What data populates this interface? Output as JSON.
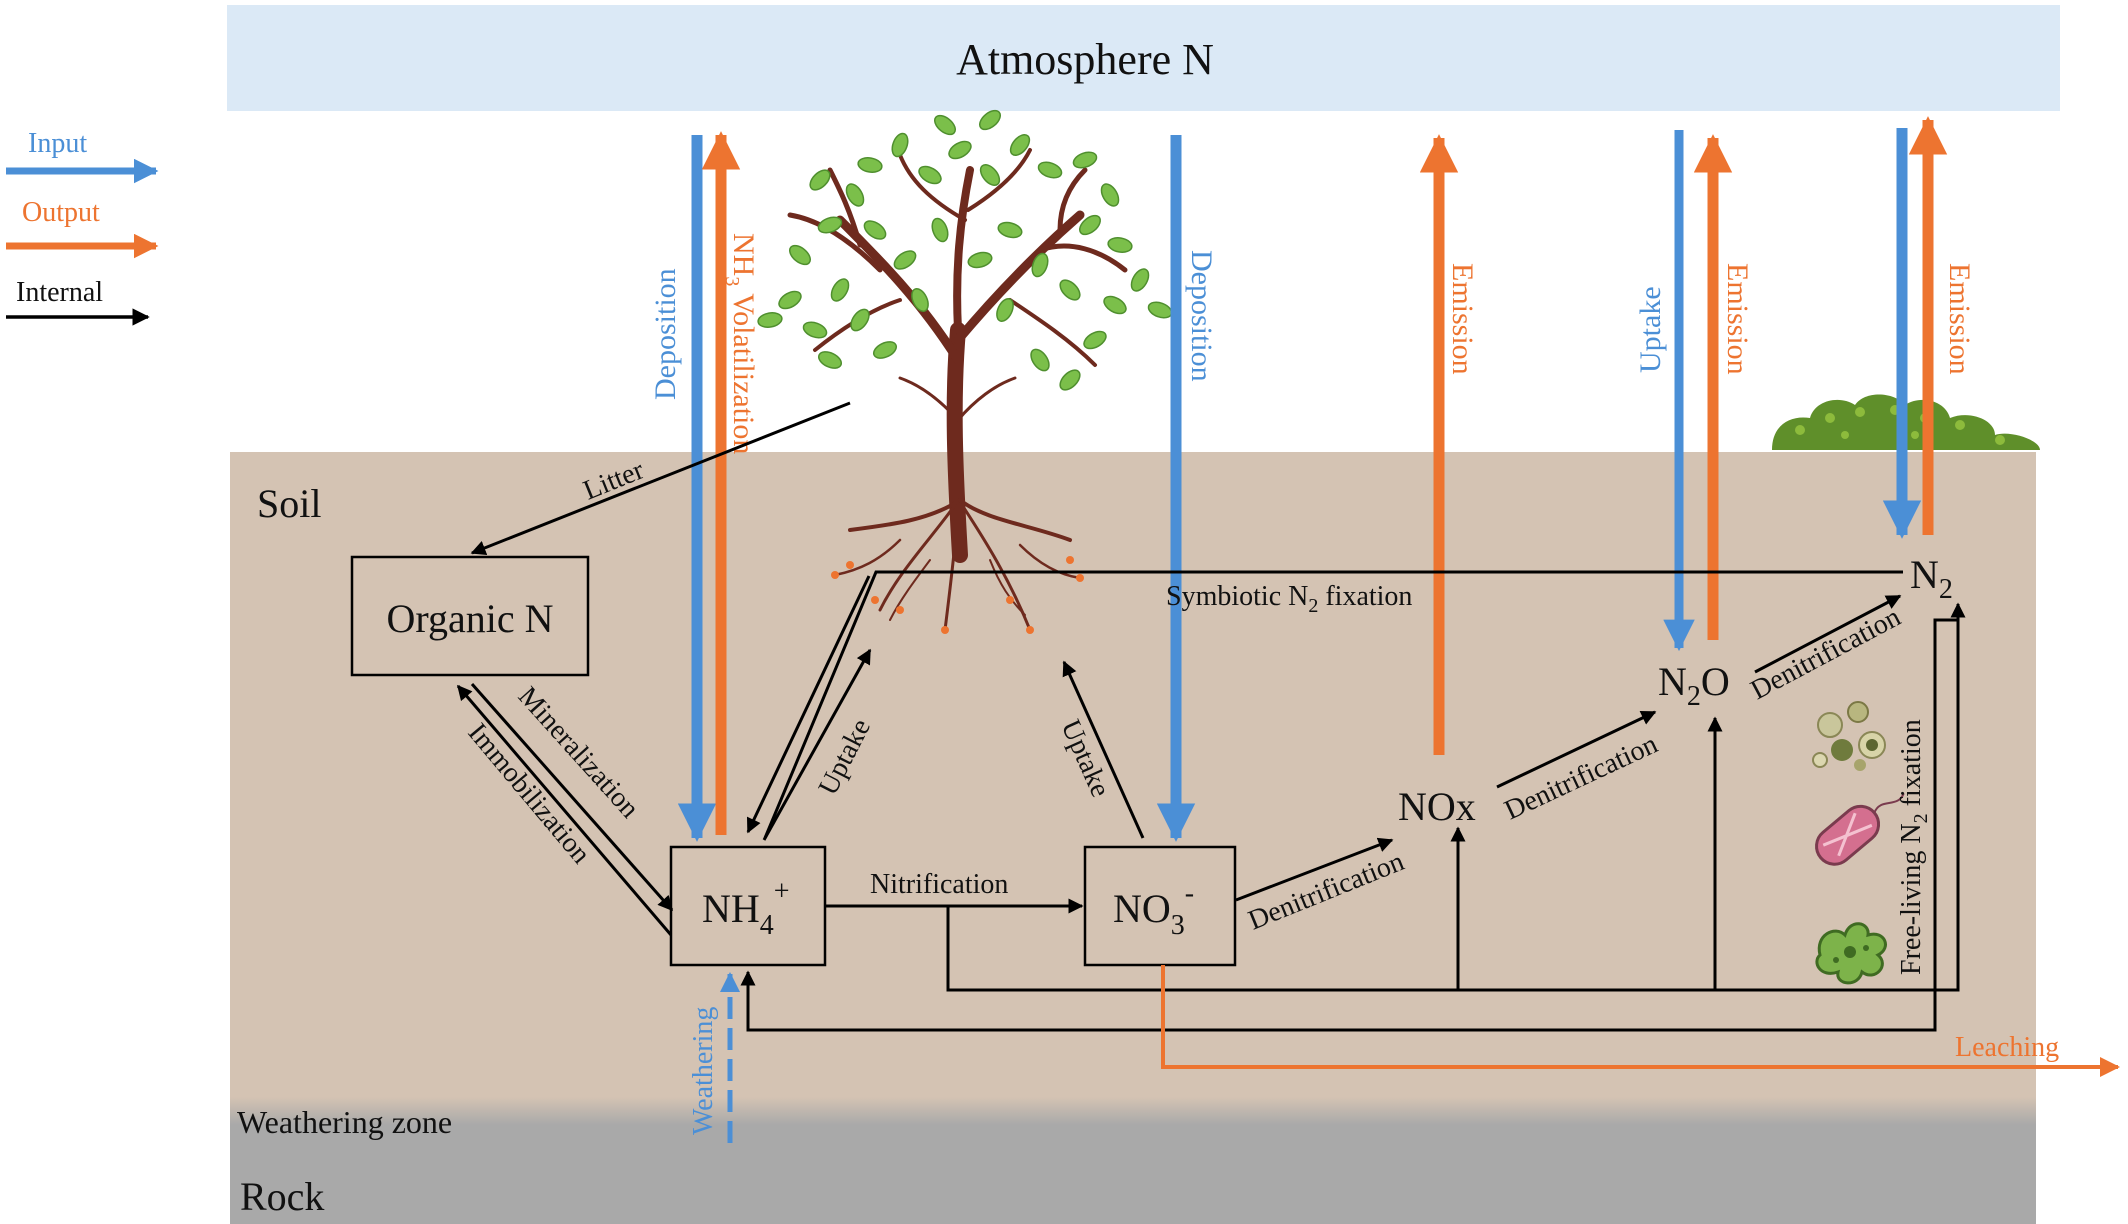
{
  "title": "Atmosphere N",
  "legend": {
    "input": "Input",
    "output": "Output",
    "internal": "Internal"
  },
  "colors": {
    "input": "#4b8fd6",
    "output": "#ed7430",
    "internal": "#000000",
    "atmosphere": "#dbe9f6",
    "soil": "#d4c3b3",
    "rock": "#a9a9a9"
  },
  "zones": {
    "soil": "Soil",
    "weathering": "Weathering zone",
    "rock": "Rock"
  },
  "pools": {
    "organic_n": "Organic N",
    "nh4": {
      "base": "NH",
      "sub": "4",
      "sup": "+"
    },
    "no3": {
      "base": "NO",
      "sub": "3",
      "sup": "-"
    },
    "nox": "NOx",
    "n2o": {
      "a": "N",
      "sub": "2",
      "b": "O"
    },
    "n2": {
      "base": "N",
      "sub": "2"
    }
  },
  "fluxes": {
    "deposition_1": "Deposition",
    "nh3_volatilization": {
      "a": "NH",
      "sub": "3",
      "b": " Volatilization"
    },
    "deposition_2": "Deposition",
    "emission_nox": "Emission",
    "uptake_n2o": "Uptake",
    "emission_n2o": "Emission",
    "emission_n2": "Emission",
    "litter": "Litter",
    "mineralization": "Mineralization",
    "immobilization": "Immobilization",
    "uptake_nh4": "Uptake",
    "uptake_no3": "Uptake",
    "nitrification": "Nitrification",
    "denitrification_1": "Denitrification",
    "denitrification_2": "Denitrification",
    "denitrification_3": "Denitrification",
    "symbiotic_fixation": {
      "a": "Symbiotic N",
      "sub": "2",
      "b": " fixation"
    },
    "free_living_fixation": {
      "a": "Free-living N",
      "sub": "2",
      "b": " fixation"
    },
    "weathering": "Weathering",
    "leaching": "Leaching"
  },
  "icons": [
    "tree-icon",
    "shrub-icon",
    "microbe-cluster-icon",
    "bacterium-icon",
    "amoeba-icon"
  ]
}
